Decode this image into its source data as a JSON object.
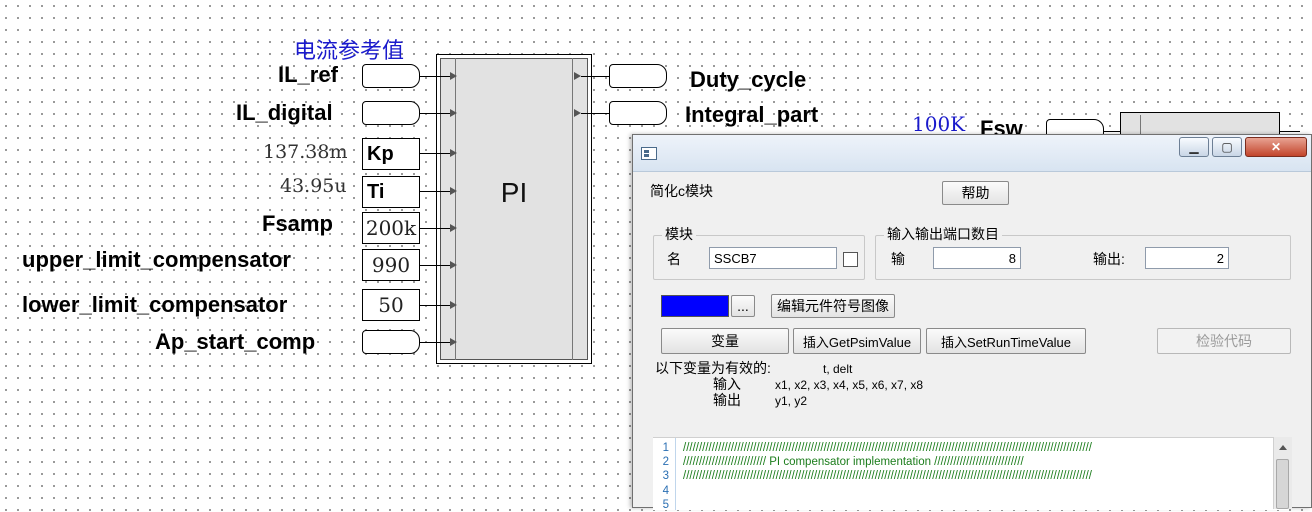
{
  "schematic": {
    "annotation_top": "电流参考值",
    "pi_block_label": "PI",
    "inputs": [
      {
        "label": "IL_ref",
        "value": ""
      },
      {
        "label": "IL_digital",
        "value": ""
      },
      {
        "label": "Kp",
        "value": "137.38m"
      },
      {
        "label": "Ti",
        "value": "43.95u"
      },
      {
        "label": "Fsamp",
        "value": "200k"
      },
      {
        "label": "upper_limit_compensator",
        "value": "990"
      },
      {
        "label": "lower_limit_compensator",
        "value": "50"
      },
      {
        "label": "Ap_start_comp",
        "value": ""
      }
    ],
    "outputs": [
      {
        "label": "Duty_cycle"
      },
      {
        "label": "Integral_part"
      }
    ],
    "fsw_value": "100K",
    "fsw_label": "Fsw"
  },
  "dialog": {
    "title": "",
    "simplified_c_label": "简化c模块",
    "help_button": "帮助",
    "module_group": {
      "title": "模块",
      "name_label": "名",
      "name_value": "SSCB7",
      "checkbox_checked": false
    },
    "ports_group": {
      "title": "输入输出端口数目",
      "input_label": "输",
      "input_value": "8",
      "output_label": "输出:",
      "output_value": "2"
    },
    "color_swatch": "#0000ff",
    "browse_button": "...",
    "edit_symbol_button": "编辑元件符号图像",
    "buttons": {
      "variables": "变量",
      "insert_get": "插入GetPsimValue",
      "insert_set": "插入SetRunTimeValue",
      "check_code": "检验代码"
    },
    "valid_vars": {
      "header": "以下变量为有效的:",
      "header_vars": "t, delt",
      "input_label": "输入",
      "input_vars": "x1, x2, x3, x4, x5, x6, x7, x8",
      "output_label": "输出",
      "output_vars": "y1, y2"
    },
    "code_lines": [
      {
        "num": "1",
        "text": "////////////////////////////////////////////////////////////////////////////////////////////////////////////////////////////////"
      },
      {
        "num": "2",
        "text": "////////////////////////// PI compensator implementation ////////////////////////////"
      },
      {
        "num": "3",
        "text": "////////////////////////////////////////////////////////////////////////////////////////////////////////////////////////////////"
      },
      {
        "num": "4",
        "text": ""
      },
      {
        "num": "5",
        "text": ""
      }
    ]
  },
  "colors": {
    "annotation": "#1a1acc",
    "swatch": "#0000ff",
    "code_comment": "#1c7d1c",
    "line_number": "#2a6fb3"
  }
}
